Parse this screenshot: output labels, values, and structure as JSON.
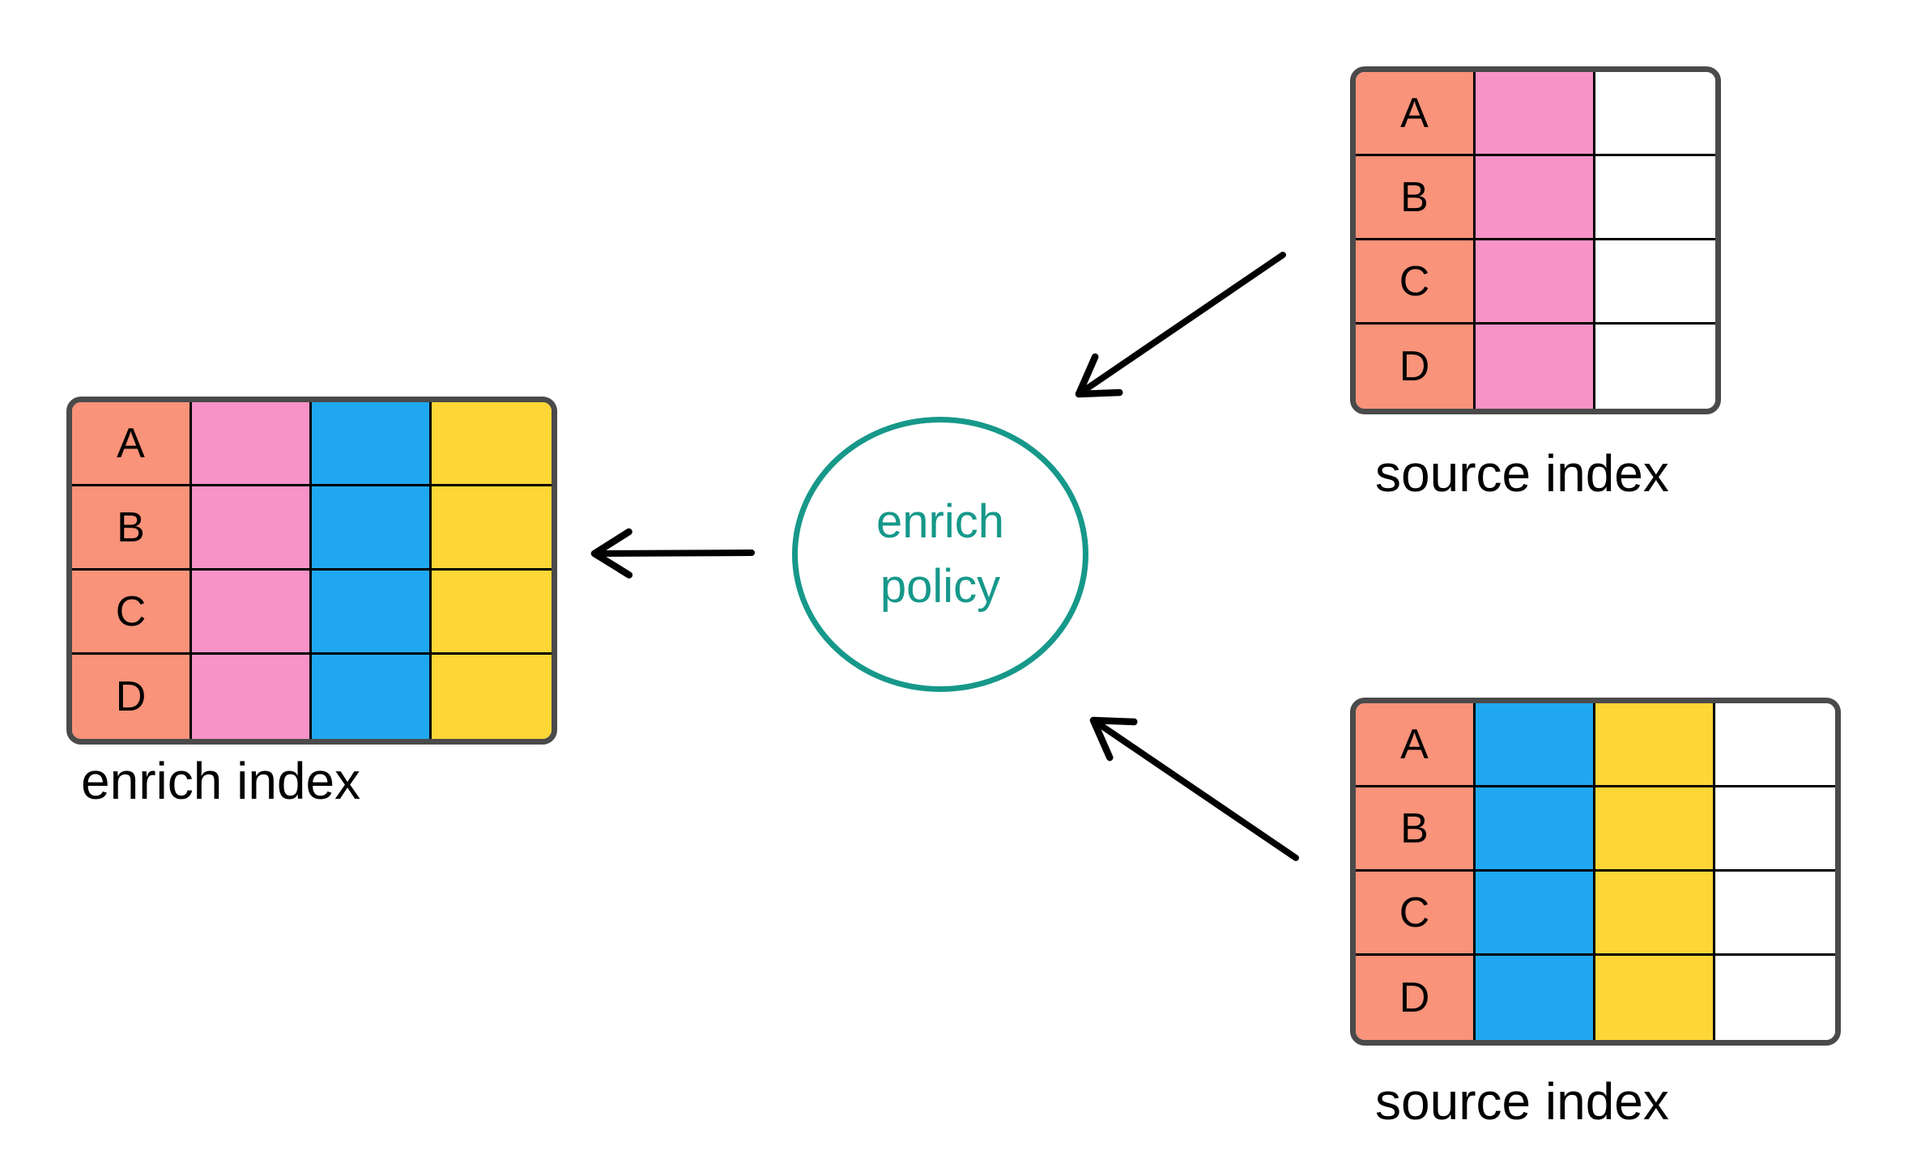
{
  "colors": {
    "salmon": "#F9937A",
    "pink": "#F893C7",
    "blue": "#1FA8F1",
    "yellow": "#FED636",
    "white": "#FFFFFF",
    "teal": "#16988A",
    "table_border": "#4A4A4A",
    "grid_line": "#000000",
    "arrow": "#000000",
    "label_text": "#000000",
    "background": "#FFFFFF"
  },
  "enrich_index": {
    "label": "enrich index",
    "row_keys": [
      "A",
      "B",
      "C",
      "D"
    ],
    "columns": [
      "salmon",
      "pink",
      "blue",
      "yellow"
    ]
  },
  "source_index_top": {
    "label": "source index",
    "row_keys": [
      "A",
      "B",
      "C",
      "D"
    ],
    "columns": [
      "salmon",
      "pink",
      "white"
    ]
  },
  "source_index_bottom": {
    "label": "source index",
    "row_keys": [
      "A",
      "B",
      "C",
      "D"
    ],
    "columns": [
      "salmon",
      "blue",
      "yellow",
      "white"
    ]
  },
  "policy": {
    "label_line1": "enrich",
    "label_line2": "policy"
  }
}
